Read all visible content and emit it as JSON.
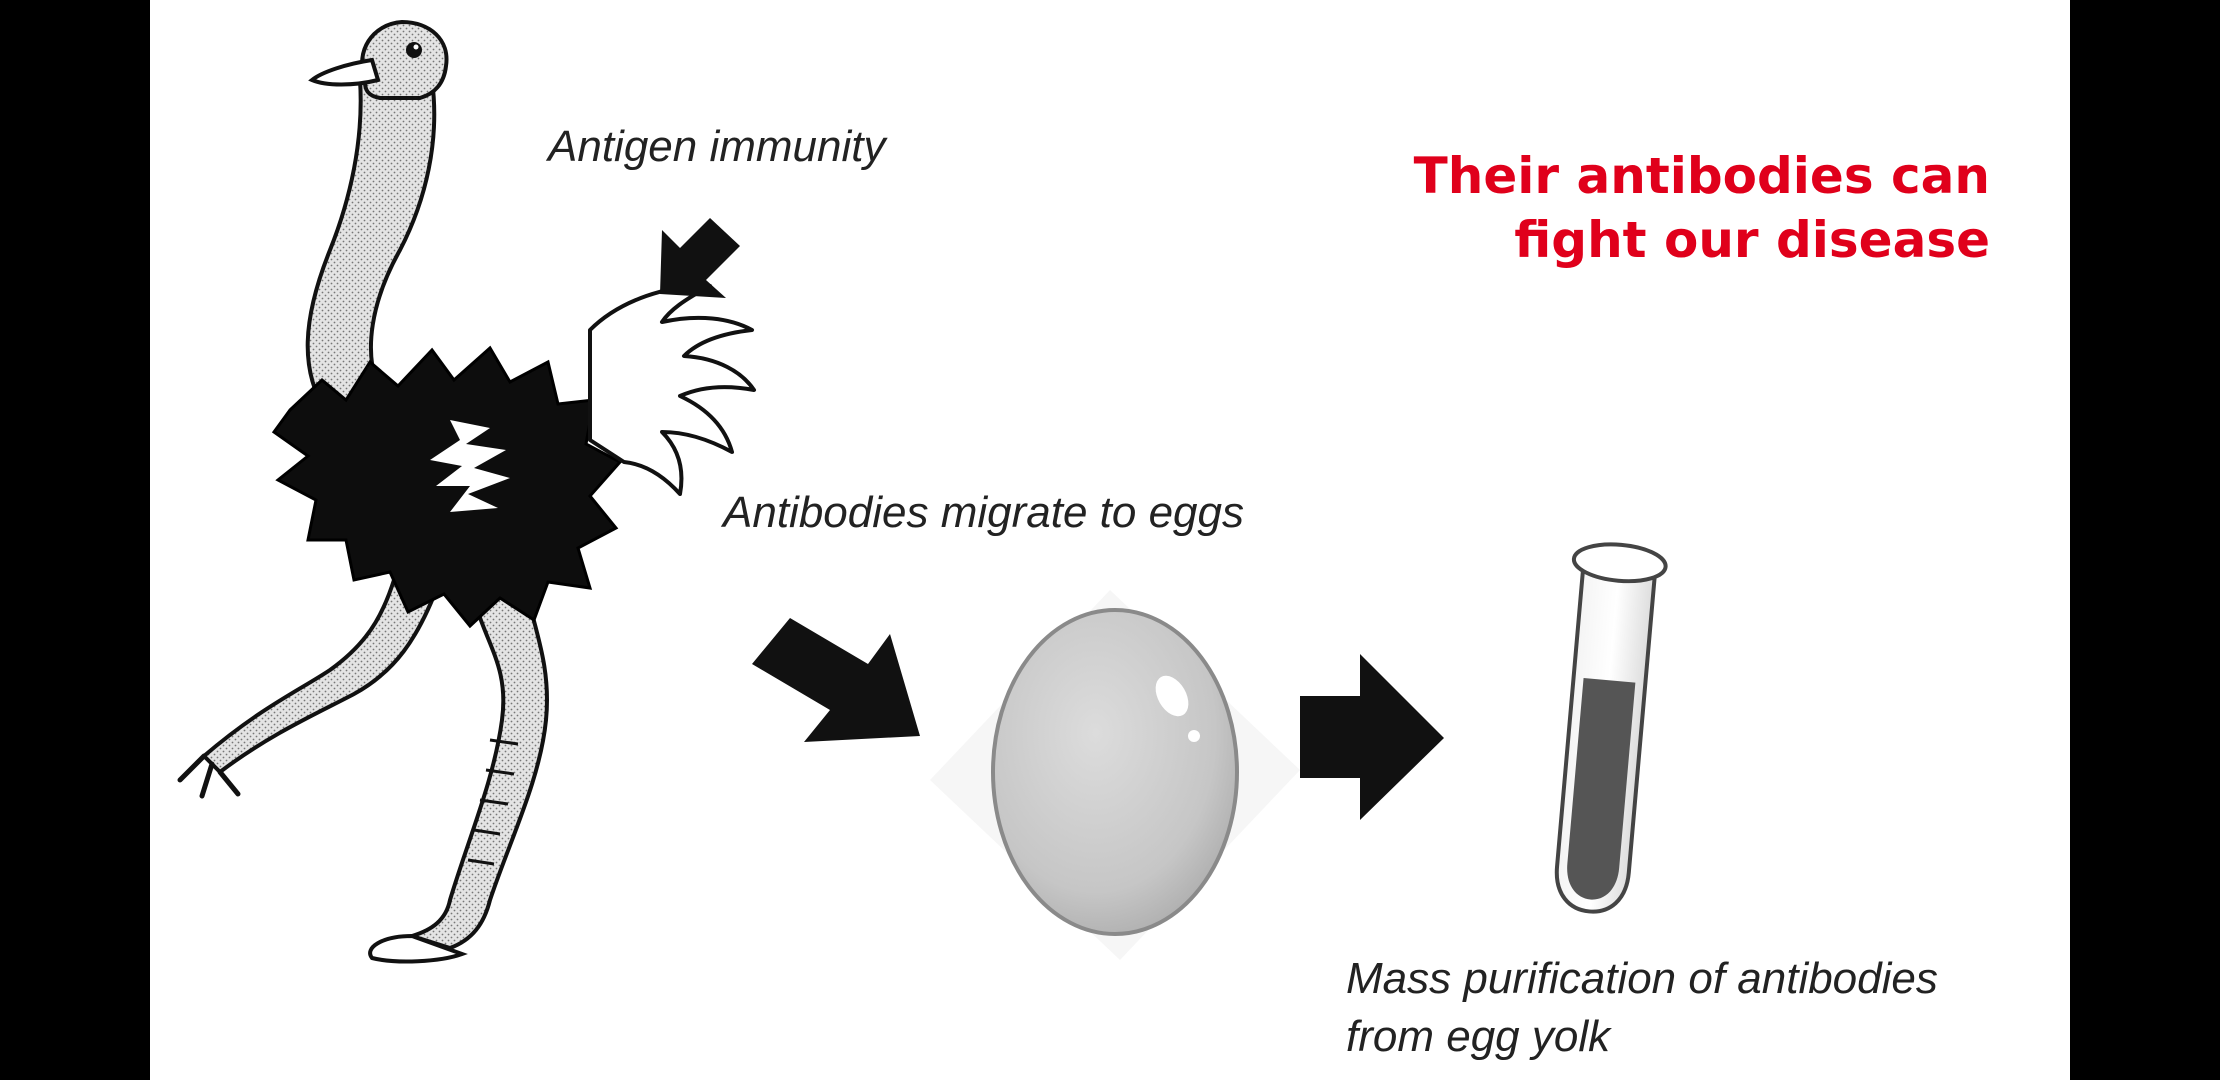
{
  "labels": {
    "antigen": "Antigen immunity",
    "migrate": "Antibodies migrate to eggs",
    "purify_line1": "Mass purification of antibodies",
    "purify_line2": "from egg yolk"
  },
  "headline": {
    "line1": "Their antibodies can",
    "line2": "fight our disease",
    "color": "#e0001b"
  },
  "colors": {
    "background": "#000000",
    "slide": "#ffffff",
    "ink": "#111111",
    "egg": "#c9c9c9",
    "tube_liquid": "#555555"
  },
  "icons": [
    "ostrich-illustration",
    "egg-illustration",
    "test-tube-icon",
    "arrow-icon"
  ]
}
